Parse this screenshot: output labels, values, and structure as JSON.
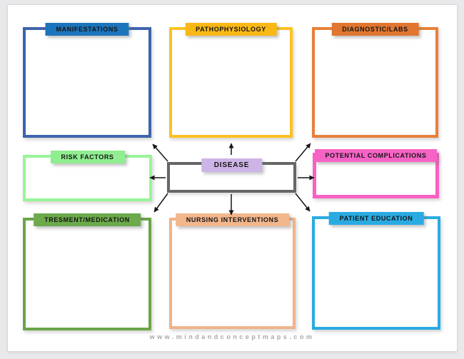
{
  "page": {
    "footer": "www.mindandconceptmaps.com"
  },
  "center": {
    "label": "DISEASE",
    "header_fill": "#cdb4e6",
    "box_border": "#666666"
  },
  "nodes": [
    {
      "id": "manifestations",
      "label": "MANIFESTATIONS",
      "header_fill": "#1c75bc",
      "border": "#3d64ad"
    },
    {
      "id": "pathophysiology",
      "label": "PATHOPHYSIOLOGY",
      "header_fill": "#f9b816",
      "border": "#fcc122"
    },
    {
      "id": "diagnostic-labs",
      "label": "DIAGNOSTIC/LABS",
      "header_fill": "#e0762f",
      "border": "#e8803a"
    },
    {
      "id": "risk-factors",
      "label": "RISK FACTORS",
      "header_fill": "#90ee90",
      "border": "#98f598"
    },
    {
      "id": "potential-complications",
      "label": "POTENTIAL COMPLICATIONS",
      "header_fill": "#f763c5",
      "border": "#fa60c4"
    },
    {
      "id": "treatment-medication",
      "label": "TRESMENT/MEDICATION",
      "header_fill": "#6caa4c",
      "border": "#6ba54a"
    },
    {
      "id": "nursing-interventions",
      "label": "NURSING INTERVENTIONS",
      "header_fill": "#f2b68c",
      "border": "#f0b389"
    },
    {
      "id": "patient-education",
      "label": "PATIENT EDUCATION",
      "header_fill": "#29abe2",
      "border": "#29abe2"
    }
  ],
  "arrow_color": "#161616"
}
